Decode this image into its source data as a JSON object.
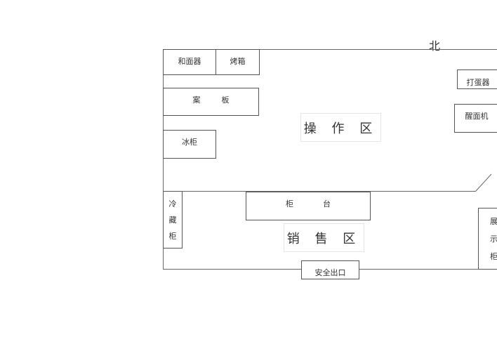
{
  "compass": "北",
  "areas": {
    "operation": "操 作 区",
    "sales": "销 售 区"
  },
  "equipment": {
    "dough_mixer": "和面器",
    "oven": "烤箱",
    "board": [
      "案",
      "板"
    ],
    "freezer": "冰柜",
    "egg_beater": "打蛋器",
    "proofer": "醒面机",
    "fridge": [
      "冷",
      "藏",
      "柜"
    ],
    "counter": [
      "柜",
      "台"
    ],
    "display": [
      "展",
      "示",
      "柜"
    ]
  },
  "exit": "安全出口"
}
